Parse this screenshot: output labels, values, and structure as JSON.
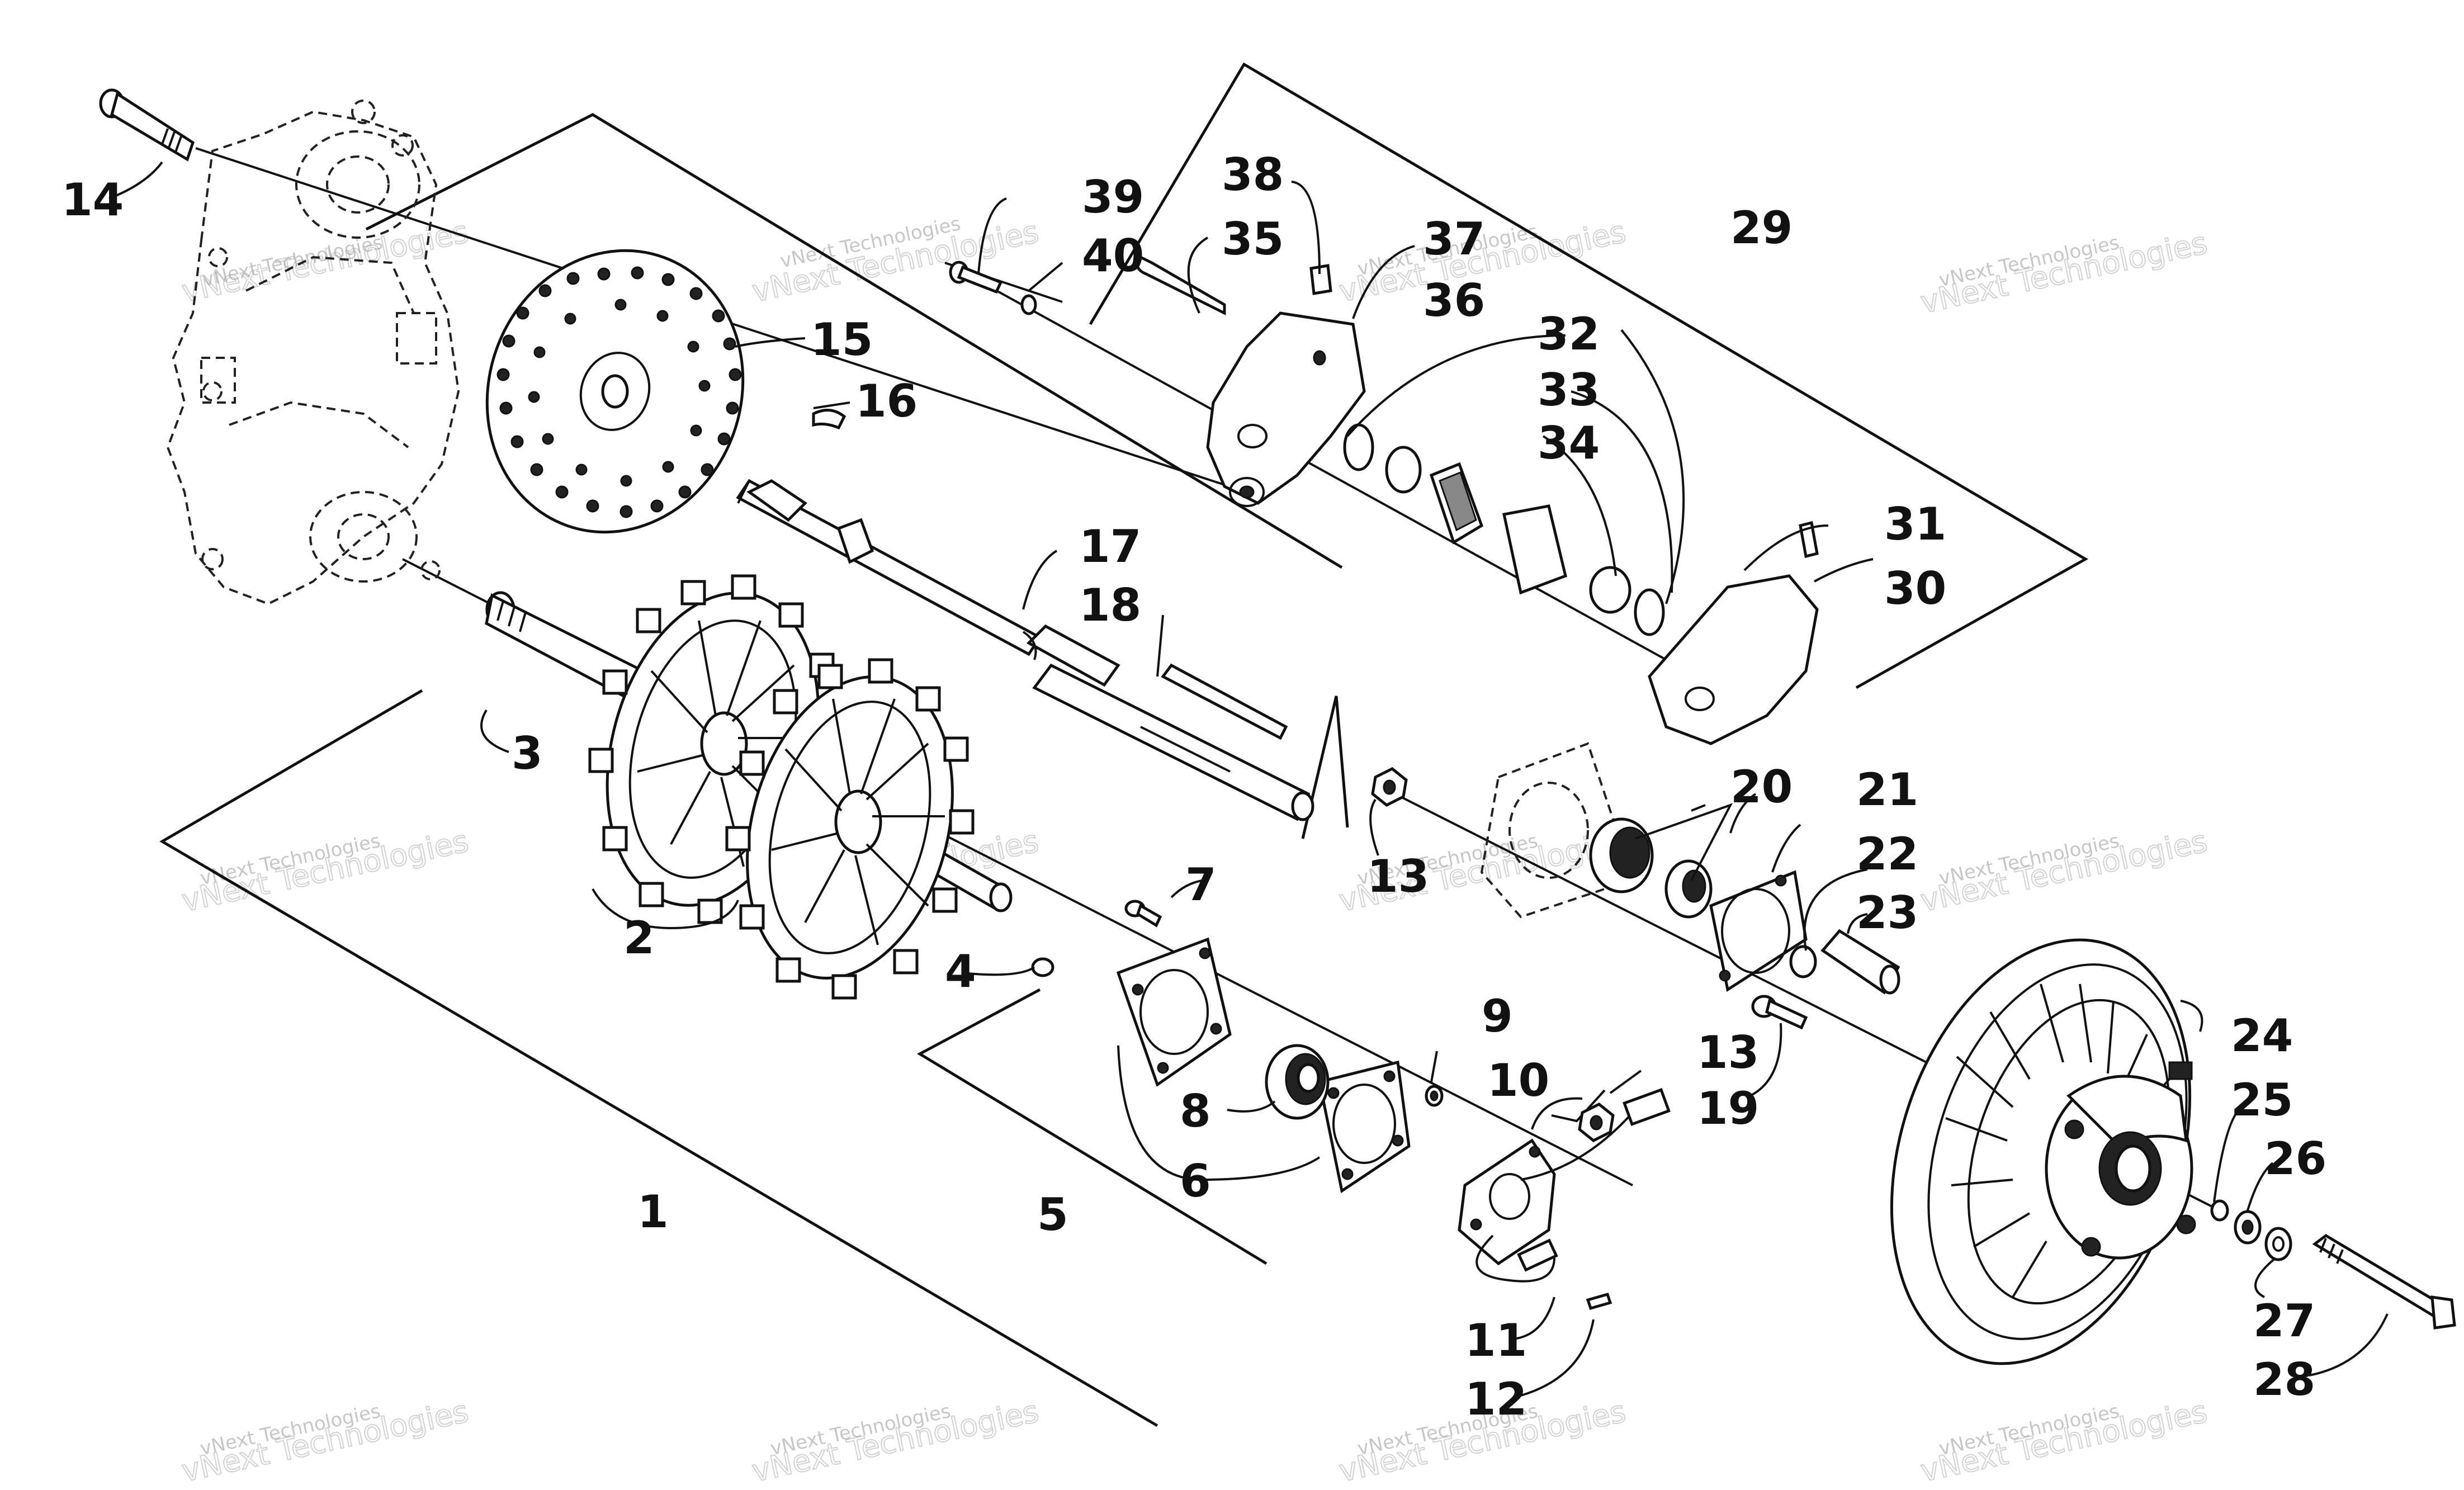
{
  "callouts": [
    {
      "id": "1",
      "label": "1"
    },
    {
      "id": "2",
      "label": "2"
    },
    {
      "id": "3",
      "label": "3"
    },
    {
      "id": "4",
      "label": "4"
    },
    {
      "id": "5",
      "label": "5"
    },
    {
      "id": "6",
      "label": "6"
    },
    {
      "id": "7",
      "label": "7"
    },
    {
      "id": "8",
      "label": "8"
    },
    {
      "id": "9",
      "label": "9"
    },
    {
      "id": "10",
      "label": "10"
    },
    {
      "id": "11",
      "label": "11"
    },
    {
      "id": "12",
      "label": "12"
    },
    {
      "id": "13a",
      "label": "13"
    },
    {
      "id": "13b",
      "label": "13"
    },
    {
      "id": "14",
      "label": "14"
    },
    {
      "id": "15",
      "label": "15"
    },
    {
      "id": "16",
      "label": "16"
    },
    {
      "id": "17",
      "label": "17"
    },
    {
      "id": "18",
      "label": "18"
    },
    {
      "id": "19",
      "label": "19"
    },
    {
      "id": "20",
      "label": "20"
    },
    {
      "id": "21",
      "label": "21"
    },
    {
      "id": "22",
      "label": "22"
    },
    {
      "id": "23",
      "label": "23"
    },
    {
      "id": "24",
      "label": "24"
    },
    {
      "id": "25",
      "label": "25"
    },
    {
      "id": "26",
      "label": "26"
    },
    {
      "id": "27",
      "label": "27"
    },
    {
      "id": "28",
      "label": "28"
    },
    {
      "id": "29",
      "label": "29"
    },
    {
      "id": "30",
      "label": "30"
    },
    {
      "id": "31",
      "label": "31"
    },
    {
      "id": "32",
      "label": "32"
    },
    {
      "id": "33",
      "label": "33"
    },
    {
      "id": "34",
      "label": "34"
    },
    {
      "id": "35",
      "label": "35"
    },
    {
      "id": "36",
      "label": "36"
    },
    {
      "id": "37",
      "label": "37"
    },
    {
      "id": "38",
      "label": "38"
    },
    {
      "id": "39",
      "label": "39"
    },
    {
      "id": "40",
      "label": "40"
    }
  ],
  "watermark": {
    "small": "vNext Technologies",
    "large": "vNext Technologies"
  }
}
